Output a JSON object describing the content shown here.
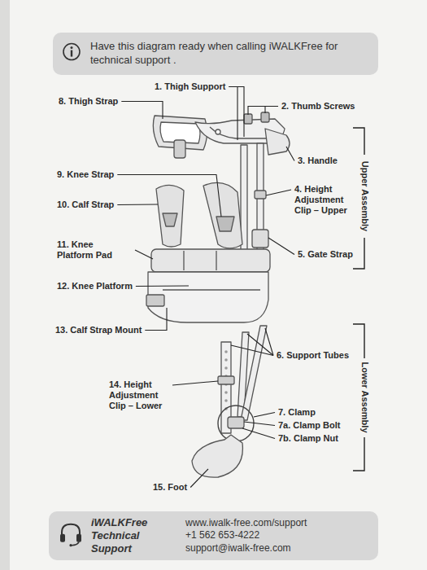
{
  "diagram": {
    "nodes": [
      {
        "text": [
          "Have this diagram ready when calling iWALKFree for technical support ."
        ]
      },
      {
        "text": [
          "iWALKFree Technical Support",
          "www.iwalk-free.com/support",
          "+1 562 653-4222",
          "support@iwalk-free.com"
        ]
      }
    ],
    "labels": [
      "1. Thigh Support",
      "2. Thumb Screws",
      "3. Handle",
      "4. Height Adjustment Clip – Upper",
      "5. Gate Strap",
      "6. Support Tubes",
      "7. Clamp",
      "7a. Clamp Bolt",
      "7b. Clamp Nut",
      "8. Thigh Strap",
      "9. Knee Strap",
      "10. Calf Strap",
      "11. Knee Platform Pad",
      "12. Knee Platform",
      "13. Calf Strap Mount",
      "14. Height Adjustment Clip – Lower",
      "15. Foot",
      "Upper Assembly",
      "Lower Assembly"
    ]
  }
}
